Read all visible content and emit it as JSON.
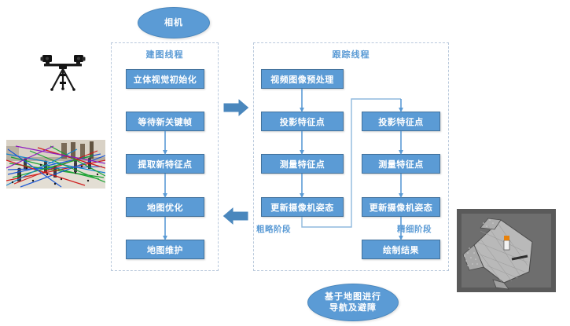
{
  "diagram": {
    "title_top_ellipse": "相机",
    "bottom_ellipse_line1": "基于地图进行",
    "bottom_ellipse_line2": "导航及避障",
    "accent_color": "#5b9bd5",
    "box_border_color": "#41719c",
    "panel_border_color": "#b9c9dc",
    "connector_color": "#5b9bd5"
  },
  "mapping_thread": {
    "title": "建图线程",
    "steps": [
      {
        "label": "立体视觉初始化"
      },
      {
        "label": "等待新关键帧"
      },
      {
        "label": "提取新特征点"
      },
      {
        "label": "地图优化"
      },
      {
        "label": "地图维护"
      }
    ]
  },
  "tracking_thread": {
    "title": "跟踪线程",
    "preprocess": {
      "label": "视频图像预处理"
    },
    "coarse_stage": {
      "label": "粗略阶段",
      "steps": [
        {
          "label": "投影特征点"
        },
        {
          "label": "测量特征点"
        },
        {
          "label": "更新摄像机姿态"
        }
      ]
    },
    "fine_stage": {
      "label": "精细阶段",
      "steps": [
        {
          "label": "投影特征点"
        },
        {
          "label": "测量特征点"
        },
        {
          "label": "更新摄像机姿态"
        },
        {
          "label": "绘制结果"
        }
      ]
    }
  },
  "images": {
    "camera_rig": "stereo-camera-tripod-photo",
    "feature_scene": "indoor-scene-feature-tracks-photo",
    "map_result": "grayscale-3d-occupancy-map-photo"
  }
}
